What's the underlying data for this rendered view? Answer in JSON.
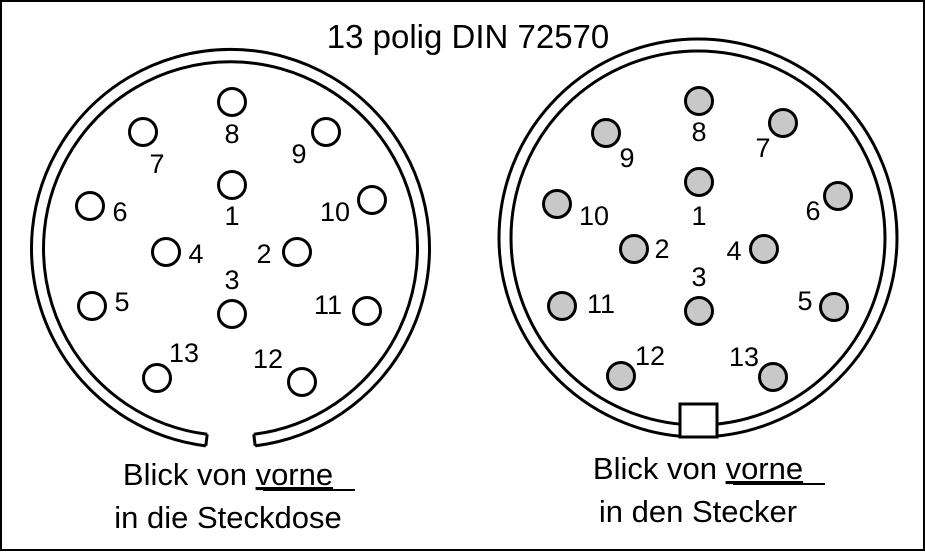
{
  "title": "13 polig DIN 72570",
  "colors": {
    "line": "#000000",
    "socket_pin_fill": "#ffffff",
    "plug_pin_fill": "#c8c8c8",
    "background": "#ffffff"
  },
  "socket": {
    "caption_prefix": "Blick von ",
    "caption_emphasis": "vorne",
    "caption_line2": "in die Steckdose",
    "pins": [
      "1",
      "2",
      "3",
      "4",
      "5",
      "6",
      "7",
      "8",
      "9",
      "10",
      "11",
      "12",
      "13"
    ]
  },
  "plug": {
    "caption_prefix": "Blick von ",
    "caption_emphasis": "vorne",
    "caption_line2": "in den Stecker",
    "pins": [
      "1",
      "2",
      "3",
      "4",
      "5",
      "6",
      "7",
      "8",
      "9",
      "10",
      "11",
      "12",
      "13"
    ]
  }
}
